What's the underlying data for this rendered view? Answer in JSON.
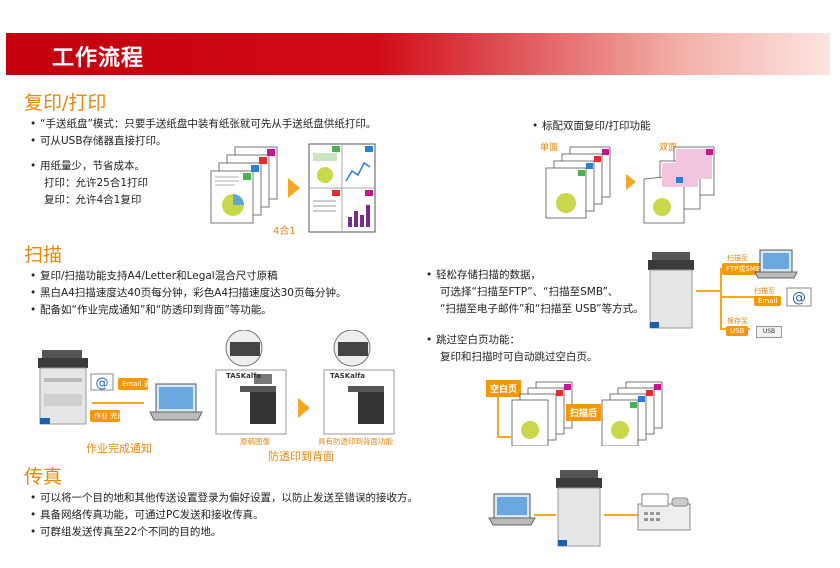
{
  "header": {
    "title": "工作流程"
  },
  "copy": {
    "heading": "复印/打印",
    "bullets": [
      "“手送纸盘”模式：只要手送纸盘中装有纸张就可先从手送纸盘供纸打印。",
      "可从USB存储器直接打印。",
      "用纸量少，节省成本。"
    ],
    "sub_lines": [
      "打印：允许25合1打印",
      "复印：允许4合1复印"
    ],
    "combine_caption": "4合1",
    "duplex_bullet": "标配双面复印/打印功能",
    "simplex_label": "单面",
    "duplex_label": "双面"
  },
  "scan": {
    "heading": "扫描",
    "bullets": [
      "复印/扫描功能支持A4/Letter和Legal混合尺寸原稿",
      "黑白A4扫描速度达40页每分钟，彩色A4扫描速度达30页每分钟。",
      "配备如“作业完成通知”和“防透印到背面”等功能。"
    ],
    "email_tag": "Email 通知",
    "job_tag": "作业 完成",
    "job_caption": "作业完成通知",
    "brand": "TASKalfa",
    "original_label": "原稿图像",
    "processed_label": "具有防透印到背面功能",
    "bleed_caption": "防透印到背面",
    "storage_bullet": "轻松存储扫描的数据，",
    "storage_sub": "可选择“扫描至FTP”、“扫描至SMB”、",
    "storage_sub2": "“扫描至电子邮件”和“扫描至 USB”等方式。",
    "dest_pc_label": "扫描至",
    "dest_pc_tag": "FTP或SMB",
    "dest_mail_label": "扫描至",
    "dest_mail_tag": "Email",
    "dest_usb_label": "保存至",
    "dest_usb_tag": "USB",
    "usb_stick": "USB",
    "skip_bullet": "跳过空白页功能：",
    "skip_sub": "复印和扫描时可自动跳过空白页。",
    "blank_tag": "空白页",
    "scan_tag": "扫描后"
  },
  "fax": {
    "heading": "传真",
    "bullets": [
      "可以将一个目的地和其他传送设置登录为偏好设置，以防止发送至错误的接收方。",
      "具备网络传真功能，可通过PC发送和接收传真。",
      "可群组发送传真至22个不同的目的地。"
    ]
  },
  "colors": {
    "accent": "#e8870c",
    "banner": "#c4000e",
    "tag": "#f39800"
  }
}
